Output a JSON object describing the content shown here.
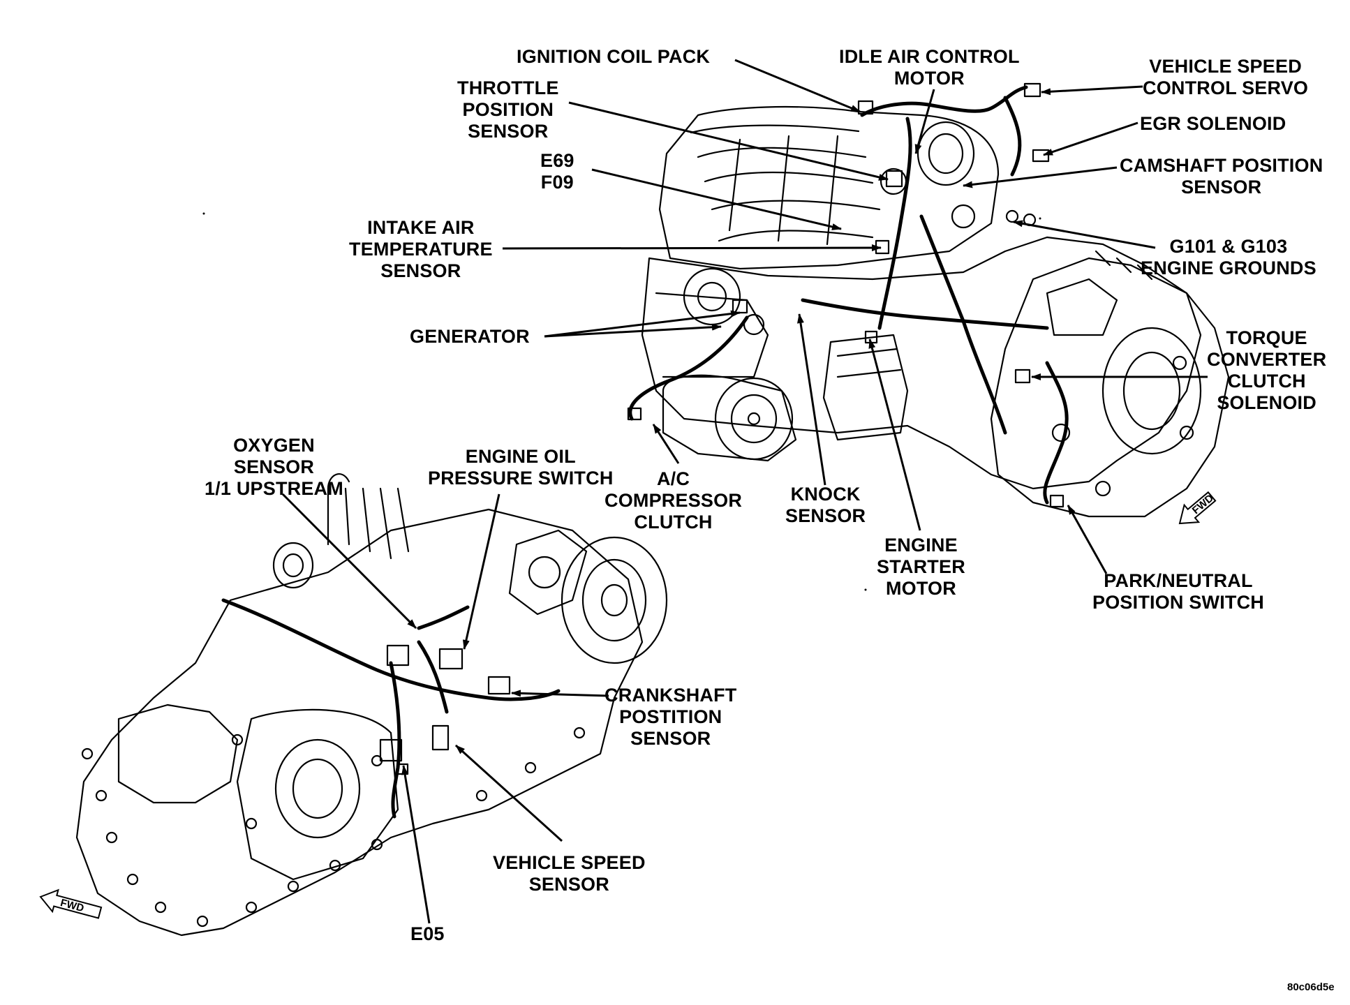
{
  "labels": {
    "ignition_coil_pack": "IGNITION COIL PACK",
    "idle_air_control_motor": "IDLE AIR CONTROL\nMOTOR",
    "vehicle_speed_control_servo": "VEHICLE SPEED\nCONTROL SERVO",
    "throttle_position_sensor": "THROTTLE\nPOSITION\nSENSOR",
    "egr_solenoid": "EGR SOLENOID",
    "camshaft_position_sensor": "CAMSHAFT POSITION\nSENSOR",
    "e69_f09": "E69\nF09",
    "intake_air_temperature_sensor": "INTAKE AIR\nTEMPERATURE\nSENSOR",
    "engine_grounds": "G101 & G103\nENGINE GROUNDS",
    "generator": "GENERATOR",
    "torque_converter_clutch_solenoid": "TORQUE\nCONVERTER\nCLUTCH\nSOLENOID",
    "oxygen_sensor": "OXYGEN\nSENSOR\n1/1 UPSTREAM",
    "engine_oil_pressure_switch": "ENGINE OIL\nPRESSURE SWITCH",
    "ac_compressor_clutch": "A/C\nCOMPRESSOR\nCLUTCH",
    "knock_sensor": "KNOCK\nSENSOR",
    "engine_starter_motor": "ENGINE\nSTARTER\nMOTOR",
    "park_neutral_position_switch": "PARK/NEUTRAL\nPOSITION SWITCH",
    "crankshaft_position_sensor": "CRANKSHAFT\nPOSTITION\nSENSOR",
    "vehicle_speed_sensor": "VEHICLE SPEED\nSENSOR",
    "e05": "E05"
  },
  "fwd_marks": [
    "FWD",
    "FWD"
  ],
  "figure_code": "80c06d5e",
  "colors": {
    "ink": "#000000",
    "paper": "#ffffff"
  }
}
